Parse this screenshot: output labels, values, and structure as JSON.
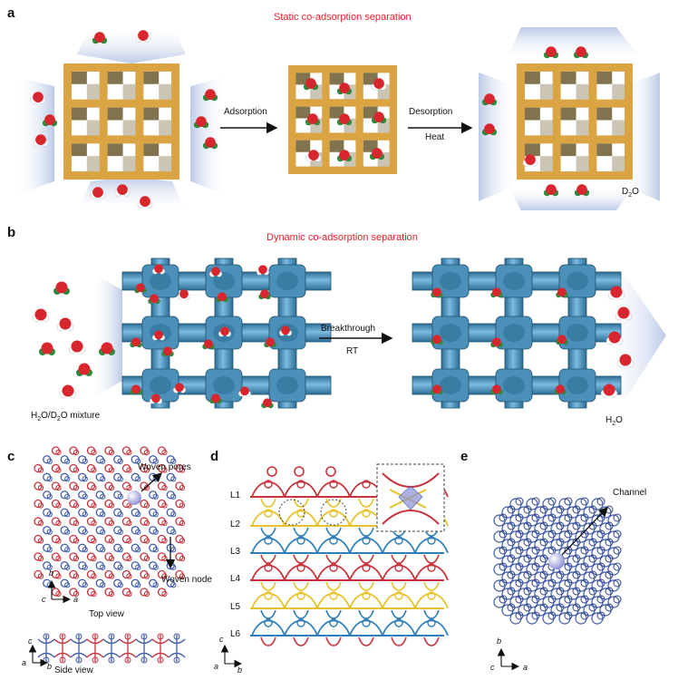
{
  "panel_a": {
    "letter": "a",
    "title": "Static co-adsorption separation",
    "adsorption_label": "Adsorption",
    "desorption_label": "Desorption",
    "heat_label": "Heat",
    "d2o_label_main": "D",
    "d2o_label_sub": "2",
    "d2o_label_end": "O"
  },
  "panel_b": {
    "letter": "b",
    "title": "Dynamic co-adsorption separation",
    "breakthrough_label": "Breakthrough",
    "rt_label": "RT",
    "mixture_parts": [
      "H",
      "2",
      "O/D",
      "2",
      "O mixture"
    ],
    "h2o_parts": [
      "H",
      "2",
      "O"
    ]
  },
  "panel_c": {
    "letter": "c",
    "woven_pores": "Woven pores",
    "woven_node": "Woven node",
    "top_view": "Top view",
    "side_view": "Side view",
    "axes_top": {
      "b": "b",
      "c": "c",
      "a": "a"
    },
    "axes_side": {
      "c": "c",
      "a": "a",
      "b": "b"
    }
  },
  "panel_d": {
    "letter": "d",
    "layers": [
      "L1",
      "L2",
      "L3",
      "L4",
      "L5",
      "L6"
    ],
    "axes": {
      "c": "c",
      "a": "a",
      "b": "b"
    }
  },
  "panel_e": {
    "letter": "e",
    "channel": "Channel",
    "axes": {
      "b": "b",
      "c": "c",
      "a": "a"
    }
  },
  "colors": {
    "frame_gold": "#d9a441",
    "frame_dark": "#6b5a2e",
    "mof_blue": "#4a90b8",
    "oxygen_red": "#d8262e",
    "deuterium_green": "#2f8a3c",
    "strand_red": "#c8323c",
    "strand_blue": "#3f5aa8",
    "strand_yellow": "#e5c22a",
    "strand_teal": "#2f7fb8",
    "title_red": "#e8202a"
  }
}
